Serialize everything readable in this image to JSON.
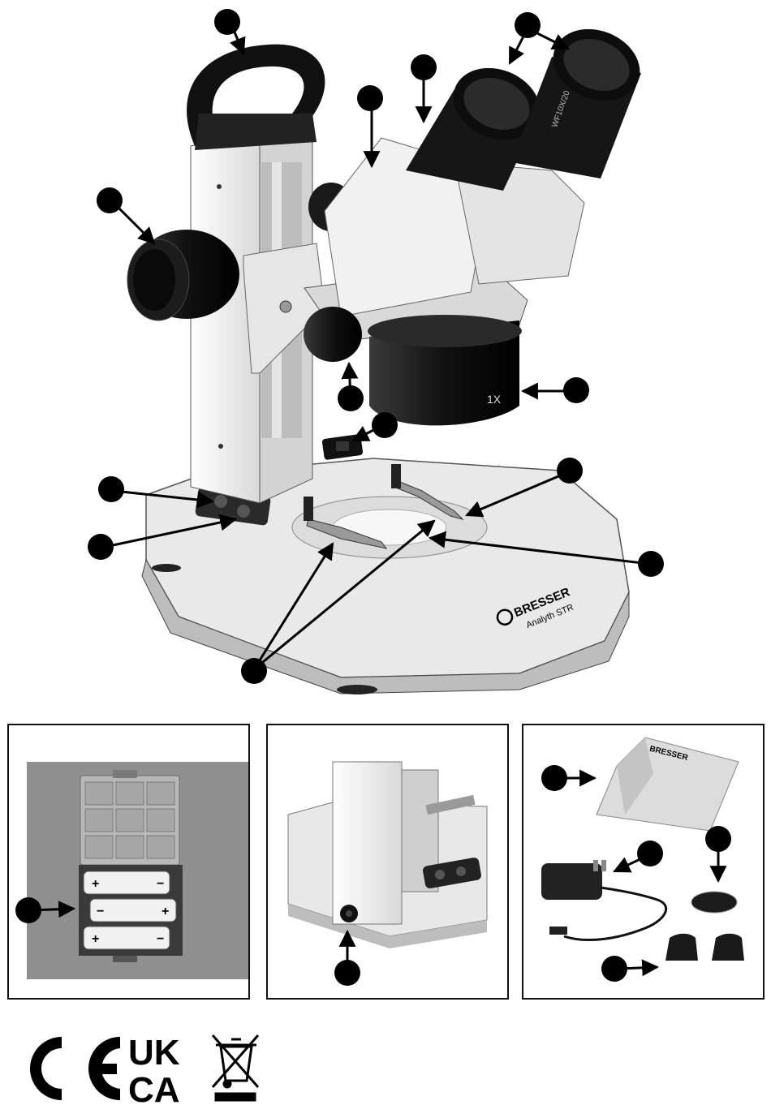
{
  "brand": {
    "base_logo": "BRESSER",
    "model": "Analyth STR",
    "cloth_logo": "BRESSER"
  },
  "microscope": {
    "objective_label": "1X",
    "eyepiece_label": "WF10X/20"
  },
  "battery_polarity": {
    "top": [
      "+",
      "−"
    ],
    "middle": [
      "−",
      "+"
    ],
    "bottom": [
      "+",
      "−"
    ]
  },
  "certifications": {
    "ce": "CE",
    "ukca_line1": "UK",
    "ukca_line2": "CA",
    "weee_icon": "crossed-out-wheelie-bin-icon"
  },
  "colors": {
    "ink": "#000000",
    "body_white": "#f4f4f4",
    "shadow_grey": "#c9c9c9",
    "dark_part": "#1a1a1a",
    "photo_grey": "#8f8f8f"
  }
}
